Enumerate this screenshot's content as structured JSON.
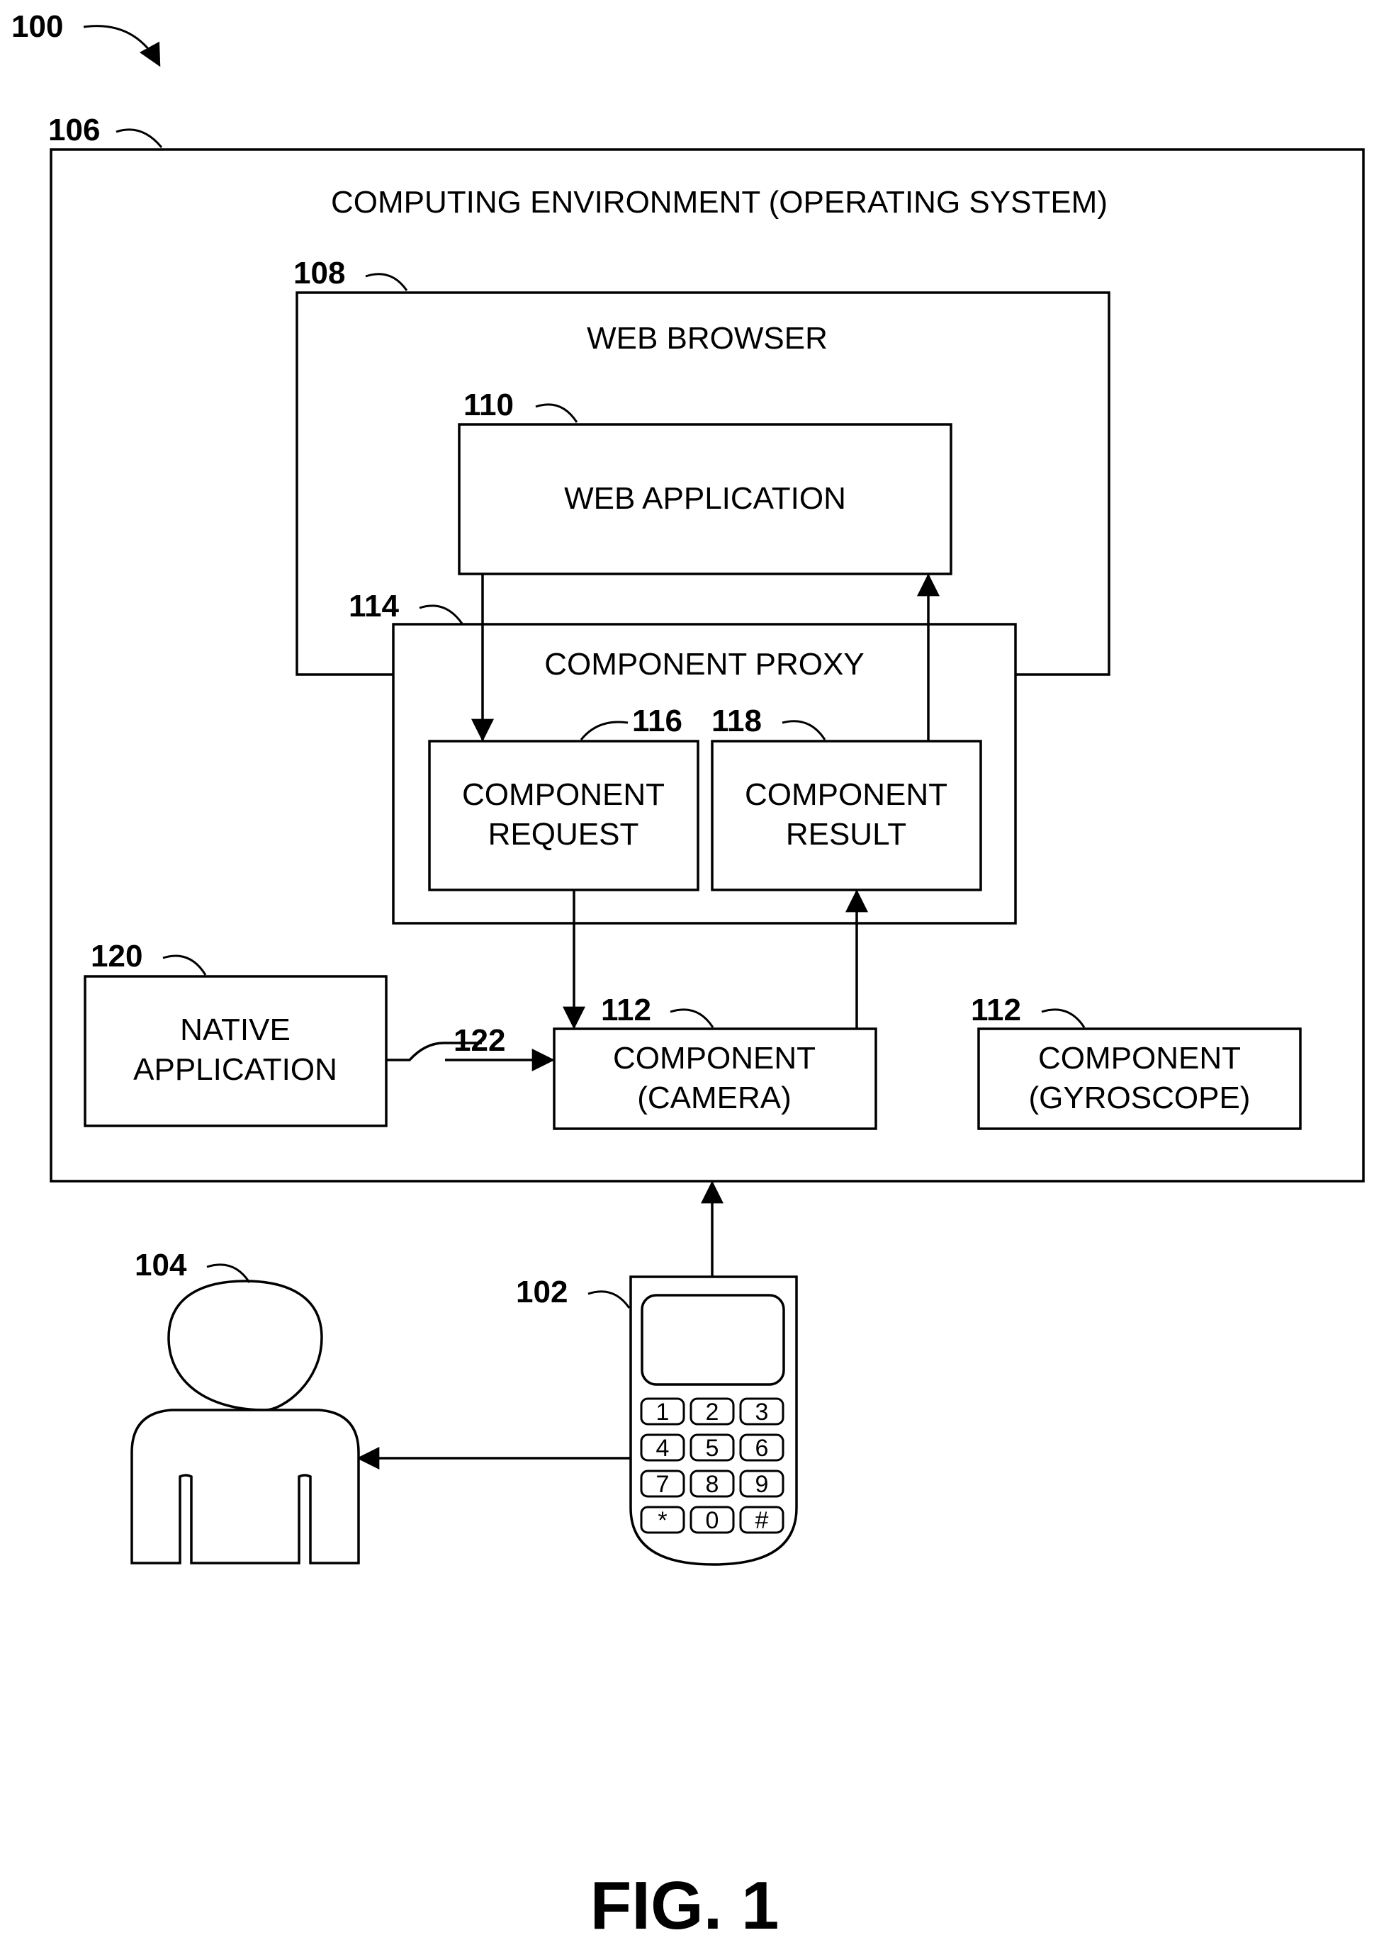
{
  "figure": {
    "ref": "100",
    "caption": "FIG. 1"
  },
  "computing_environment": {
    "ref": "106",
    "label": "COMPUTING ENVIRONMENT (OPERATING SYSTEM)"
  },
  "web_browser": {
    "ref": "108",
    "label": "WEB BROWSER"
  },
  "web_application": {
    "ref": "110",
    "label": "WEB APPLICATION"
  },
  "component_proxy": {
    "ref": "114",
    "label": "COMPONENT PROXY"
  },
  "component_request": {
    "ref": "116",
    "line1": "COMPONENT",
    "line2": "REQUEST"
  },
  "component_result": {
    "ref": "118",
    "line1": "COMPONENT",
    "line2": "RESULT"
  },
  "native_application": {
    "ref": "120",
    "line1": "NATIVE",
    "line2": "APPLICATION"
  },
  "native_arrow": {
    "ref": "122"
  },
  "component_camera": {
    "ref": "112",
    "line1": "COMPONENT",
    "line2": "(CAMERA)"
  },
  "component_gyroscope": {
    "ref": "112",
    "line1": "COMPONENT",
    "line2": "(GYROSCOPE)"
  },
  "user": {
    "ref": "104"
  },
  "device": {
    "ref": "102",
    "keys": [
      "1",
      "2",
      "3",
      "4",
      "5",
      "6",
      "7",
      "8",
      "9",
      "*",
      "0",
      "#"
    ]
  }
}
